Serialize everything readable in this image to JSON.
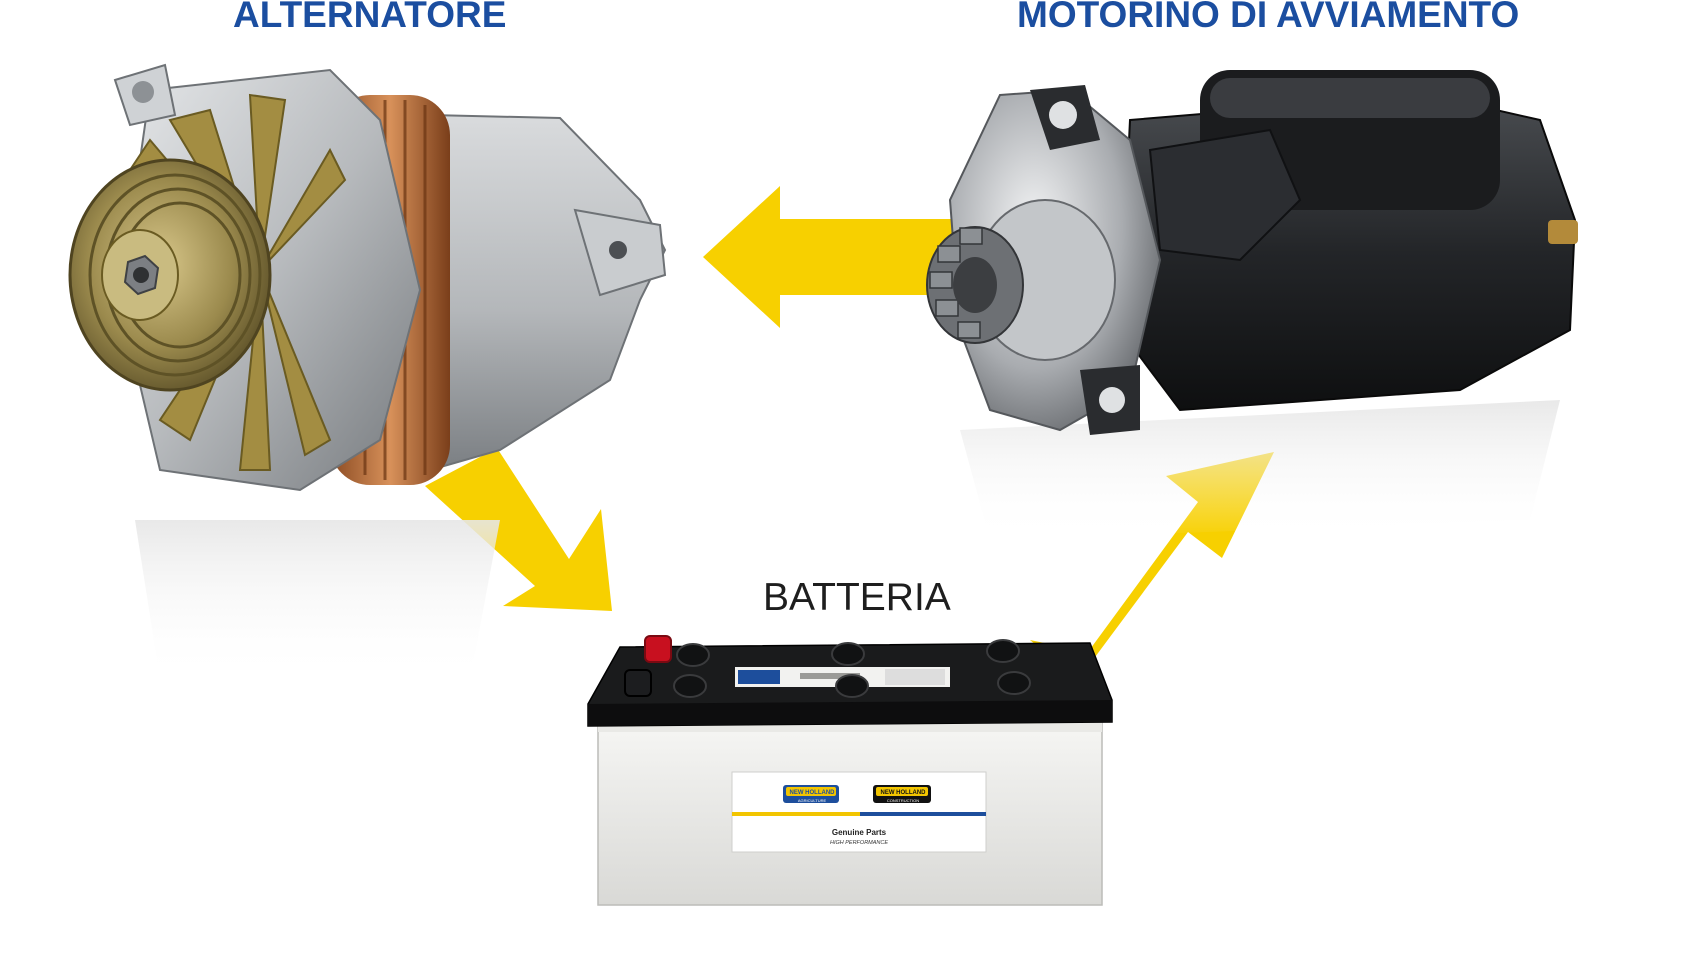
{
  "labels": {
    "alternator": "ALTERNATORE",
    "starter": "MOTORINO DI AVVIAMENTO",
    "battery": "BATTERIA"
  },
  "battery_sticker": {
    "brand_agriculture": "NEW HOLLAND",
    "sub_agriculture": "AGRICULTURE",
    "brand_construction": "NEW HOLLAND",
    "sub_construction": "CONSTRUCTION",
    "line1": "Genuine Parts",
    "line2": "HIGH PERFORMANCE"
  },
  "colors": {
    "title_blue": "#1b4ea0",
    "arrow_yellow": "#f7d000",
    "battery_label": "#1e1e1e"
  },
  "flow": [
    {
      "from": "alternator",
      "to": "battery"
    },
    {
      "from": "battery",
      "to": "starter"
    },
    {
      "from": "starter",
      "to": "alternator"
    }
  ]
}
